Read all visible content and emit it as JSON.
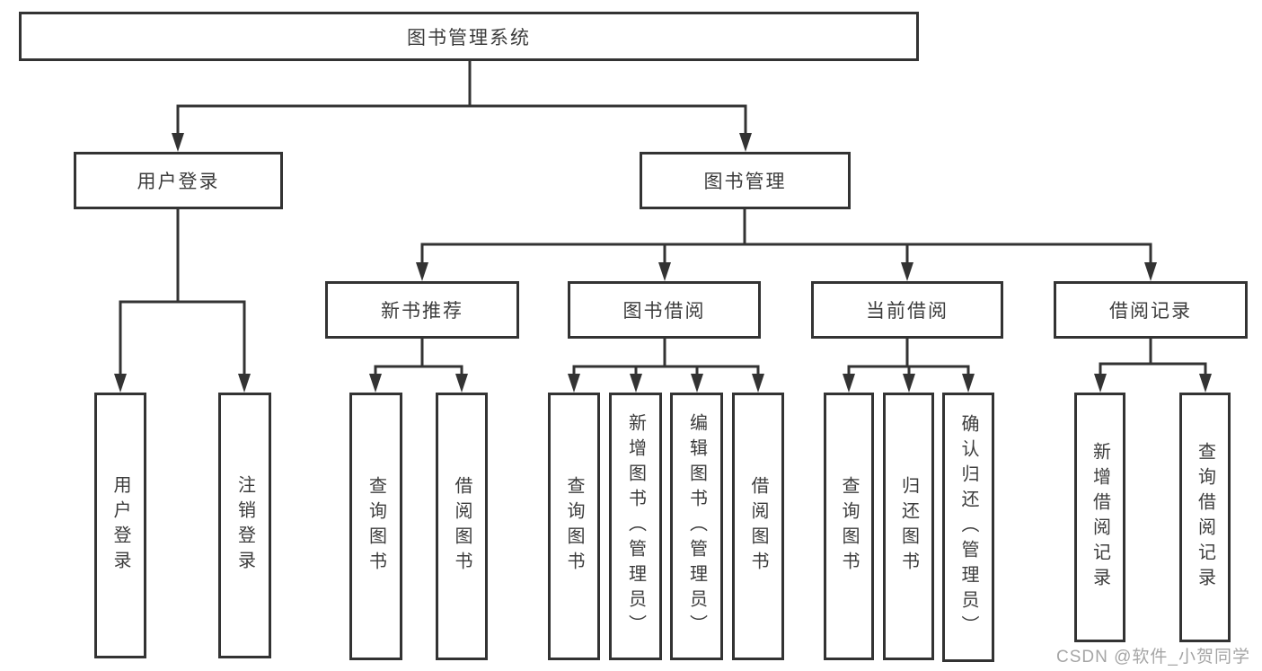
{
  "diagram": {
    "root": {
      "label": "图书管理系统"
    },
    "branches": [
      {
        "label": "用户登录",
        "children": [
          {
            "label": "用户登录"
          },
          {
            "label": "注销登录"
          }
        ]
      },
      {
        "label": "图书管理",
        "children": [
          {
            "label": "新书推荐",
            "children": [
              {
                "label": "查询图书"
              },
              {
                "label": "借阅图书"
              }
            ]
          },
          {
            "label": "图书借阅",
            "children": [
              {
                "label": "查询图书"
              },
              {
                "label": "新增图书（管理员）"
              },
              {
                "label": "编辑图书（管理员）"
              },
              {
                "label": "借阅图书"
              }
            ]
          },
          {
            "label": "当前借阅",
            "children": [
              {
                "label": "查询图书"
              },
              {
                "label": "归还图书"
              },
              {
                "label": "确认归还（管理员）"
              }
            ]
          },
          {
            "label": "借阅记录",
            "children": [
              {
                "label": "新增借阅记录"
              },
              {
                "label": "查询借阅记录"
              }
            ]
          }
        ]
      }
    ]
  },
  "colors": {
    "line": "#333333",
    "box_border": "#333333",
    "text": "#3c3c3c",
    "watermark": "#a5a5a5"
  },
  "watermark": {
    "text": "CSDN @软件_小贺同学"
  }
}
